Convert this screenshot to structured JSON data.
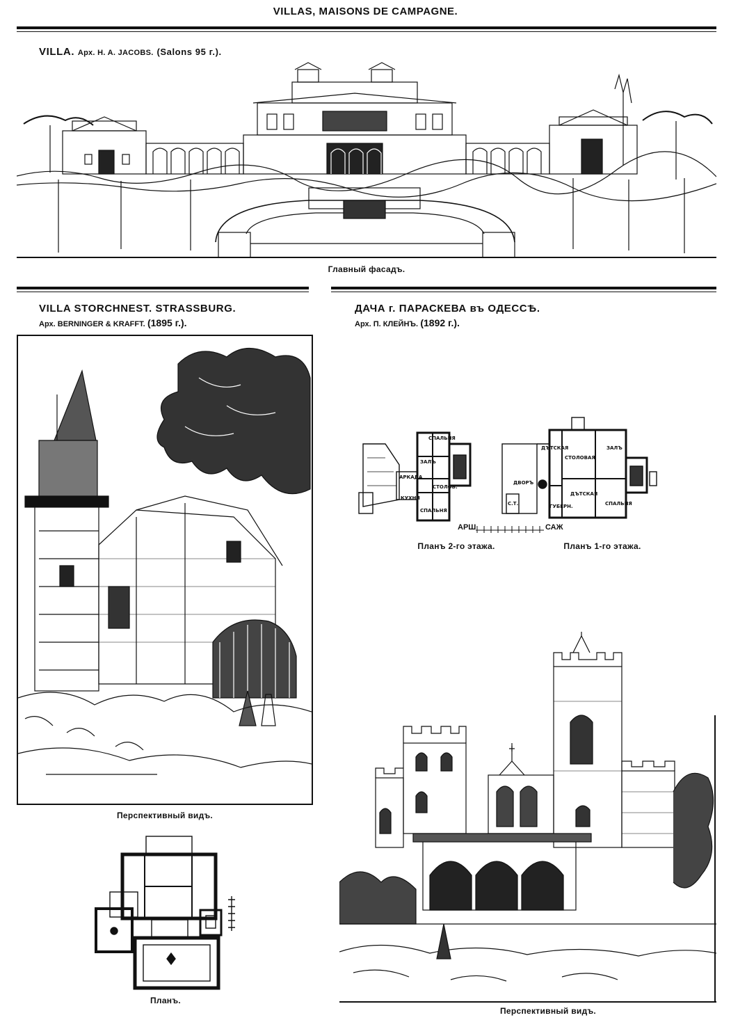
{
  "running_head": "VILLAS, MAISONS DE CAMPAGNE.",
  "villa_jacobs": {
    "name": "VILLA.",
    "architect": "Арх. H. A. JACOBS.",
    "note": "(Salons 95 г.).",
    "caption": "Главный фасадъ."
  },
  "villa_storchnest": {
    "name": "VILLA STORCHNEST. STRASSBURG.",
    "architect": "Арх. BERNINGER & KRAFFT.",
    "year": "(1895 г.).",
    "caption_view": "Перспективный видъ.",
    "caption_plan": "Планъ."
  },
  "dacha_paraskeva": {
    "name": "ДАЧА г. ПАРАСКЕВА въ ОДЕССѢ.",
    "architect": "Арх. П. КЛЕЙНЪ.",
    "year": "(1892 г.).",
    "caption_plan2": "Планъ 2-го этажа.",
    "caption_plan1": "Планъ 1-го этажа.",
    "scale_left": "АРШ",
    "scale_right": "САЖ",
    "caption_view": "Перспективный видъ.",
    "rooms_2": [
      "СПАЛЬНЯ",
      "ЗАЛЪ",
      "АРКАДА",
      "СТОЛОВ.",
      "КУХНЯ",
      "СПАЛЬНЯ"
    ],
    "rooms_1": [
      "ДЪТСКАЯ",
      "СТОЛОВАЯ",
      "ЗАЛЪ",
      "ДВОРЪ",
      "ГУБЕРН.",
      "ДЪТСКАЯ",
      "СПАЛЬНЯ",
      "С.Т."
    ]
  }
}
